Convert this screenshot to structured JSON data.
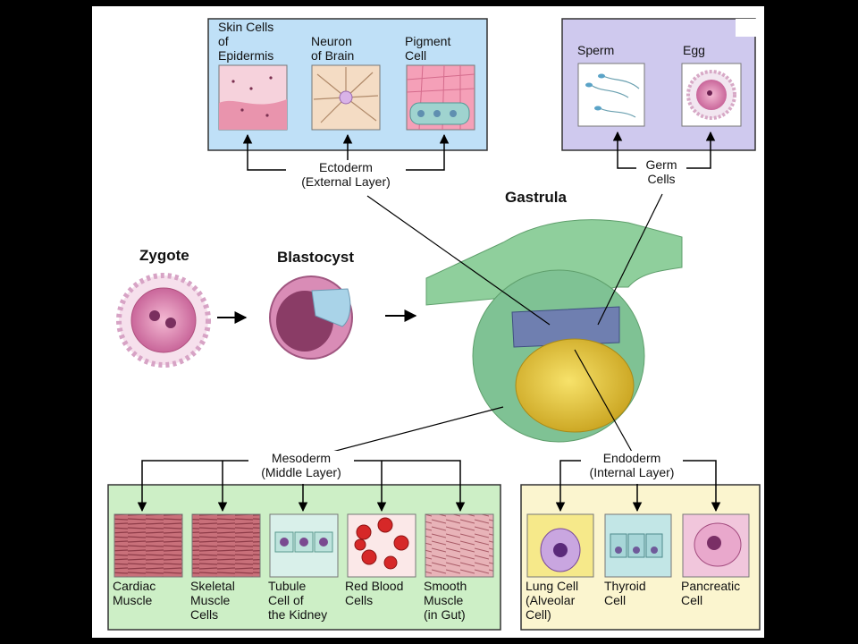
{
  "ectoderm": {
    "label": [
      "Ectoderm",
      "(External Layer)"
    ],
    "cells": [
      {
        "name": "skin",
        "label": [
          "Skin Cells",
          "of",
          "Epidermis"
        ]
      },
      {
        "name": "neuron",
        "label": [
          "Neuron",
          "of Brain"
        ]
      },
      {
        "name": "pigment",
        "label": [
          "Pigment",
          "Cell"
        ]
      }
    ]
  },
  "germ": {
    "label": [
      "Germ",
      "Cells"
    ],
    "cells": [
      {
        "name": "sperm",
        "label": [
          "Sperm"
        ]
      },
      {
        "name": "egg",
        "label": [
          "Egg"
        ]
      }
    ]
  },
  "stages": {
    "zygote": "Zygote",
    "blastocyst": "Blastocyst",
    "gastrula": "Gastrula"
  },
  "mesoderm": {
    "label": [
      "Mesoderm",
      "(Middle Layer)"
    ],
    "cells": [
      {
        "name": "cardiac",
        "label": [
          "Cardiac",
          "Muscle"
        ]
      },
      {
        "name": "skeletal",
        "label": [
          "Skeletal",
          "Muscle",
          "Cells"
        ]
      },
      {
        "name": "tubule",
        "label": [
          "Tubule",
          "Cell of",
          "the Kidney"
        ]
      },
      {
        "name": "rbc",
        "label": [
          "Red Blood",
          "Cells"
        ]
      },
      {
        "name": "smooth",
        "label": [
          "Smooth",
          "Muscle",
          "(in Gut)"
        ]
      }
    ]
  },
  "endoderm": {
    "label": [
      "Endoderm",
      "(Internal Layer)"
    ],
    "cells": [
      {
        "name": "lung",
        "label": [
          "Lung Cell",
          "(Alveolar",
          "Cell)"
        ]
      },
      {
        "name": "thyroid",
        "label": [
          "Thyroid",
          "Cell"
        ]
      },
      {
        "name": "pancreatic",
        "label": [
          "Pancreatic",
          "Cell"
        ]
      }
    ]
  },
  "colors": {
    "ectoderm_box": "#bfe0f7",
    "germ_box": "#cfc9ee",
    "mesoderm_box": "#cdefc6",
    "endoderm_box": "#fbf5cf",
    "gastrula_green": "#8fcf9c",
    "yolk": "#e8c73a",
    "zygote_pink": "#d98bb2"
  }
}
